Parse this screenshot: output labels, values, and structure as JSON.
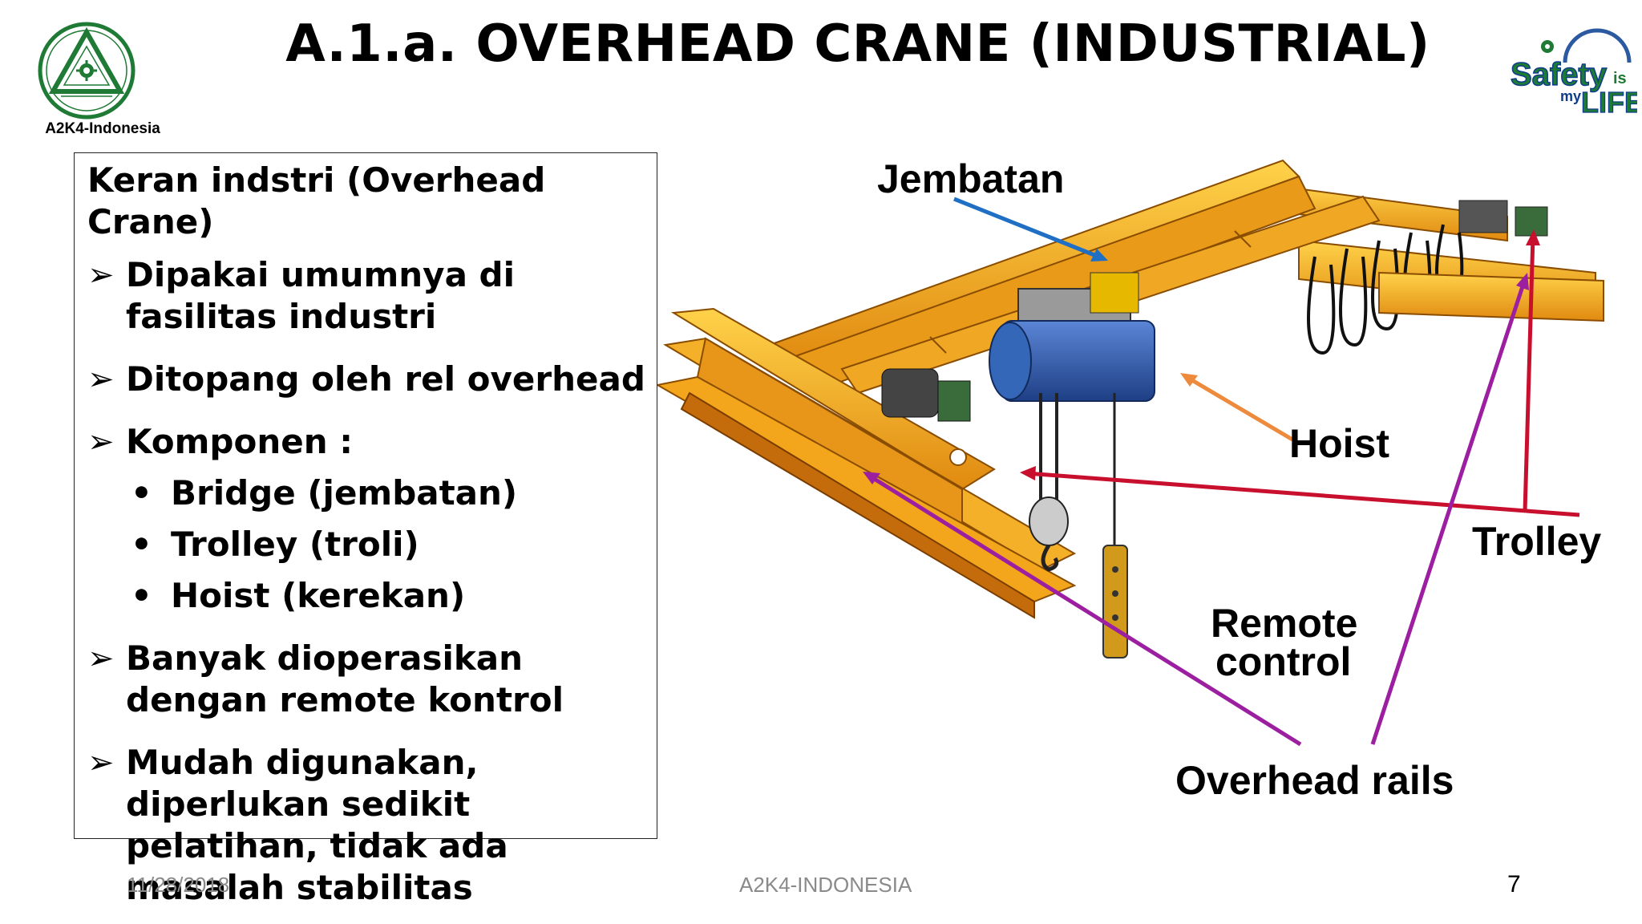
{
  "header": {
    "title": "A.1.a. OVERHEAD CRANE (INDUSTRIAL)",
    "left_logo_caption": "A2K4-Indonesia",
    "right_logo": {
      "word1": "Safety",
      "word2": "is",
      "word3": "my",
      "word4": "LIFE"
    }
  },
  "textbox": {
    "heading": "Keran indstri (Overhead Crane)",
    "bullet_symbol": "➢",
    "sub_symbol": "•",
    "bullets": [
      "Dipakai umumnya di fasilitas industri",
      "Ditopang oleh rel overhead",
      "Komponen :",
      "Banyak dioperasikan dengan remote kontrol",
      "Mudah digunakan, diperlukan sedikit pelatihan, tidak ada masalah stabilitas"
    ],
    "sub_bullets": [
      "Bridge (jembatan)",
      "Trolley (troli)",
      "Hoist (kerekan)"
    ]
  },
  "diagram_labels": {
    "jembatan": "Jembatan",
    "hoist": "Hoist",
    "trolley": "Trolley",
    "remote_line1": "Remote",
    "remote_line2": "control",
    "overhead_rails": "Overhead rails"
  },
  "colors": {
    "logo_green": "#1e7a34",
    "arrow_blue": "#1f6fc4",
    "arrow_orange": "#ee8a3c",
    "arrow_red": "#c8102e",
    "arrow_purple": "#9b1fa0",
    "crane_yellow": "#f2a516",
    "hoist_blue": "#2e5fae"
  },
  "footer": {
    "date": "11/28/2018",
    "org": "A2K4-INDONESIA",
    "page": "7"
  }
}
